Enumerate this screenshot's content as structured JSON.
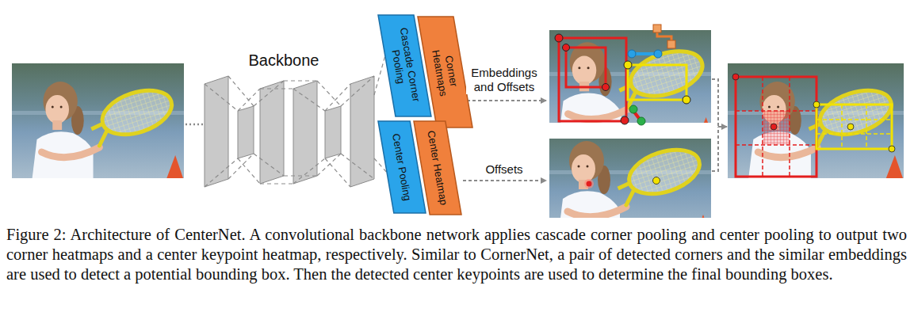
{
  "diagram": {
    "caption": "Figure 2: Architecture of CenterNet. A convolutional backbone network applies cascade corner pooling and center pooling to output two corner heatmaps and a center keypoint heatmap, respectively. Similar to CornerNet, a pair of detected corners and the similar embeddings are used to detect a potential bounding box. Then the detected center keypoints are used to determine the final bounding boxes.",
    "nodes": [
      {
        "text": [
          "Cascade Corner Pooling"
        ]
      },
      {
        "text": [
          "Corner Heatmaps"
        ]
      },
      {
        "text": [
          "Center Pooling"
        ]
      },
      {
        "text": [
          "Center Heatmap"
        ]
      }
    ],
    "labels": [
      "Backbone",
      "Embeddings and Offsets",
      "Offsets"
    ]
  }
}
